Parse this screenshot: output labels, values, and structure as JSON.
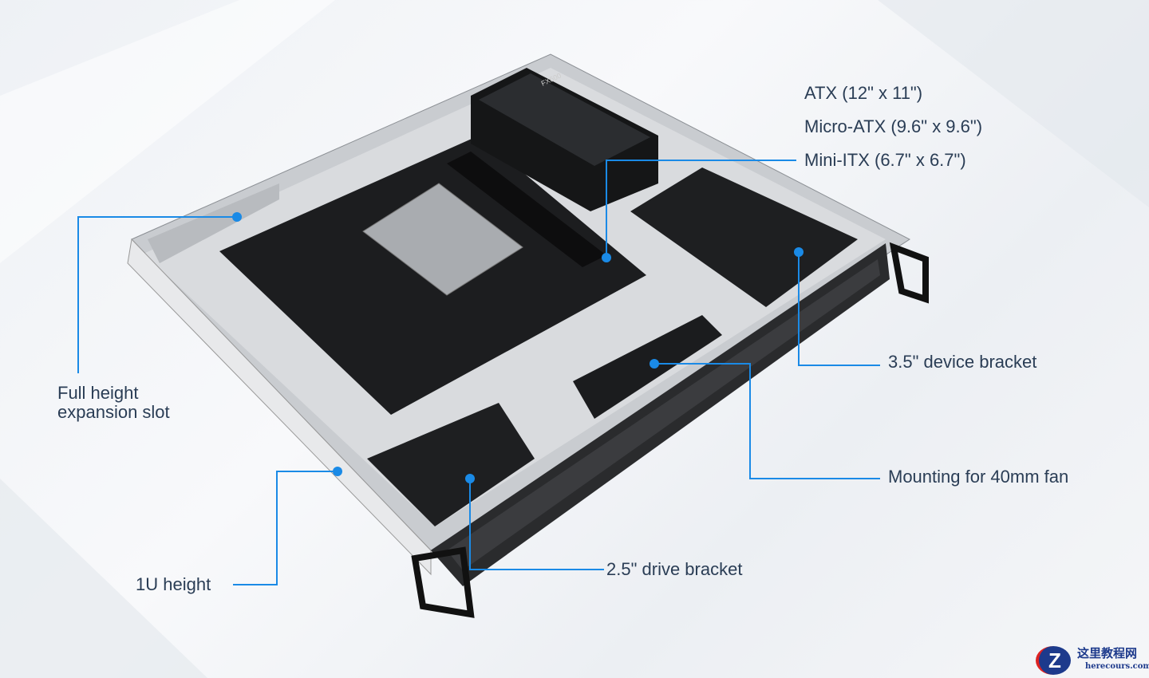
{
  "form_factors": [
    "ATX (12\" x 11\")",
    "Micro-ATX (9.6\" x 9.6\")",
    "Mini-ITX (6.7\" x 6.7\")"
  ],
  "callouts": {
    "expansion_slot": [
      "Full height",
      "expansion slot"
    ],
    "height": "1U height",
    "drive_bracket": "2.5\" drive bracket",
    "fan_mount": "Mounting for 40mm fan",
    "device_bracket": "3.5\" device bracket"
  },
  "psu_label": "FX600",
  "watermark": {
    "title": "这里教程网",
    "url": "herecours.com",
    "logo_letter": "Z"
  },
  "colors": {
    "accent": "#1a8ae6",
    "text": "#2a3d55"
  }
}
